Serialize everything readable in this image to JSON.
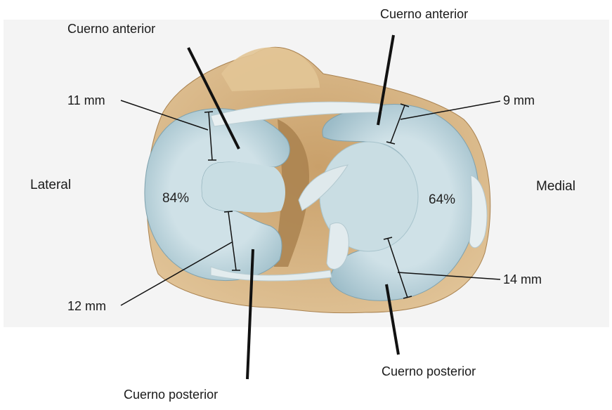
{
  "labels": {
    "anterior_horn_lateral": "Cuerno anterior",
    "anterior_horn_medial": "Cuerno anterior",
    "posterior_horn_lateral": "Cuerno posterior",
    "posterior_horn_medial": "Cuerno posterior",
    "lateral": "Lateral",
    "medial": "Medial",
    "lateral_coverage": "84%",
    "medial_coverage": "64%",
    "lateral_anterior_width": "11 mm",
    "lateral_posterior_width": "12 mm",
    "medial_anterior_width": "9 mm",
    "medial_posterior_width": "14 mm"
  },
  "colors": {
    "background_panel": "#f4f4f4",
    "bone": "#d8b98a",
    "bone_dark": "#b8905c",
    "meniscus": "#b9d3dc",
    "meniscus_light": "#d7e6ea",
    "cartilage": "#c7dbe2",
    "ligament": "#e4ecef",
    "line": "#111111"
  }
}
